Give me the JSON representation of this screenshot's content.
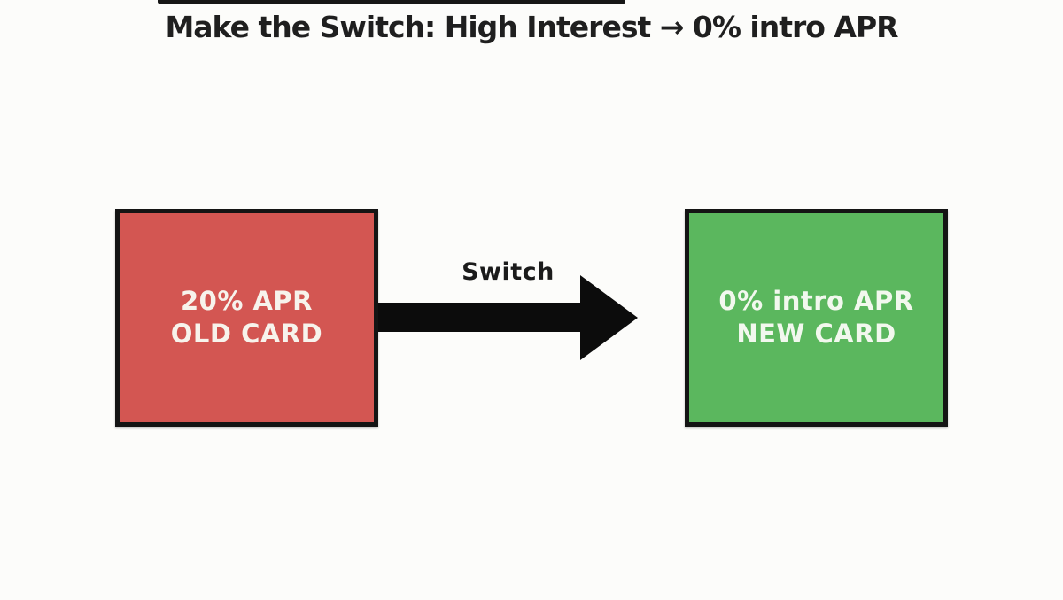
{
  "page": {
    "background_color": "#fcfcfa"
  },
  "header": {
    "title": "Make the Switch: High Interest → 0% intro APR",
    "title_color": "#1f1f1f"
  },
  "flow": {
    "old_card": {
      "apr_line": "20% APR",
      "name_line": "OLD CARD",
      "fill_color": "#d35652",
      "border_color": "#141414",
      "text_color": "#f7f3ec"
    },
    "arrow": {
      "label": "Switch",
      "label_color": "#1b1b1b",
      "color": "#0c0c0c"
    },
    "new_card": {
      "apr_line": "0% intro APR",
      "name_line": "NEW CARD",
      "fill_color": "#5bb75e",
      "border_color": "#141414",
      "text_color": "#f2f8ee"
    }
  },
  "artifacts": {
    "top_bar_color": "#161616"
  }
}
